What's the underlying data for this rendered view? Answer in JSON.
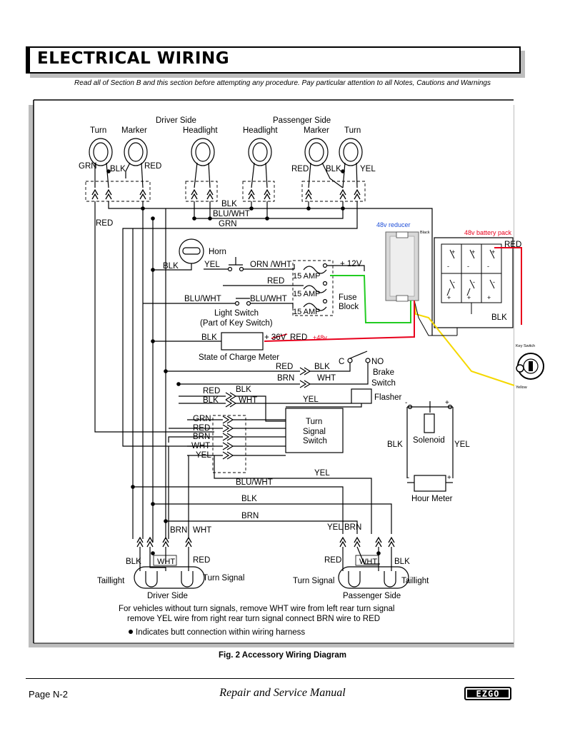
{
  "header": {
    "title": "ELECTRICAL WIRING",
    "notice": "Read all of Section B and this section before attempting any procedure. Pay particular attention to all Notes, Cautions and Warnings"
  },
  "lights": {
    "driver_side": "Driver Side",
    "passenger_side": "Passenger Side",
    "turn": "Turn",
    "marker": "Marker",
    "headlight": "Headlight"
  },
  "wires": {
    "grn": "GRN",
    "blk": "BLK",
    "red": "RED",
    "yel": "YEL",
    "brn": "BRN",
    "wht": "WHT",
    "blu_wht": "BLU/WHT",
    "orn_wht": "ORN /WHT",
    "plus12v": "+ 12V",
    "plus36v": "+ 36V"
  },
  "components": {
    "horn": "Horn",
    "fuse_15amp": "15 AMP",
    "fuse": "Fuse",
    "block": "Block",
    "light_switch": "Light Switch",
    "light_switch_note": "(Part of Key Switch)",
    "soc_meter": "State of Charge Meter",
    "brake": "Brake",
    "switch": "Switch",
    "c": "C",
    "no": "NO",
    "flasher": "Flasher",
    "turn": "Turn",
    "signal": "Signal",
    "switch2": "Switch",
    "solenoid": "Solenoid",
    "hour_meter": "Hour Meter"
  },
  "rear": {
    "taillight": "Taillight",
    "turn_signal": "Turn Signal",
    "driver_side": "Driver Side",
    "passenger_side": "Passenger Side"
  },
  "annotations": {
    "reducer": "48v reducer",
    "battery": "48v battery pack",
    "black": "Black",
    "plus48v": "+48v",
    "key_switch": "Key Switch",
    "yellow": "Yellow",
    "plus": "+",
    "minus": "-"
  },
  "notes": {
    "line1": "For vehicles without turn signals, remove WHT wire from left rear turn signal",
    "line2": "remove YEL wire from right rear turn signal connect BRN wire to RED",
    "line3": "Indicates butt connection within wiring harness"
  },
  "caption": "Fig. 2  Accessory Wiring Diagram",
  "footer": {
    "page": "Page N-2",
    "manual": "Repair and Service Manual",
    "logo": "EZGO"
  },
  "colors": {
    "annotation_red": "#e8001c",
    "annotation_blue": "#1f4fd8",
    "wire_green": "#22cc22",
    "wire_yellow": "#f5d800",
    "frame_shadow": "#bdbdbd"
  }
}
